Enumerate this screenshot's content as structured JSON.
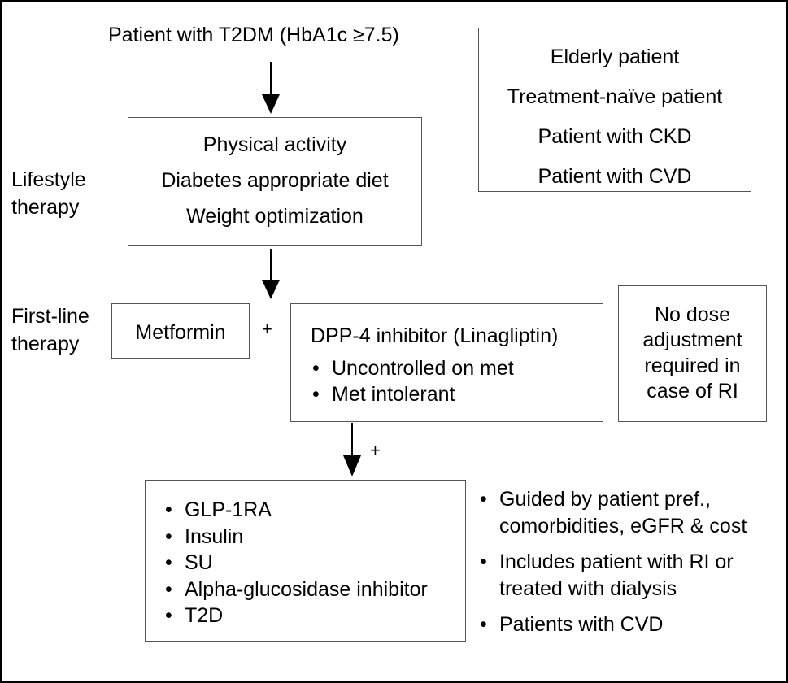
{
  "top_label": "Patient with T2DM (HbA1c ≥7.5)",
  "lifestyle": {
    "side_label": [
      "Lifestyle",
      "therapy"
    ],
    "items": [
      "Physical activity",
      "Diabetes appropriate diet",
      "Weight optimization"
    ]
  },
  "patient_types": [
    "Elderly patient",
    "Treatment-naïve patient",
    "Patient with CKD",
    "Patient with CVD"
  ],
  "first_line": {
    "side_label": [
      "First-line",
      "therapy"
    ],
    "metformin": "Metformin",
    "plus": "+",
    "dpp4_title": "DPP-4 inhibitor (Linagliptin)",
    "dpp4_bullets": [
      "Uncontrolled on met",
      "Met intolerant"
    ],
    "no_dose": [
      "No dose",
      "adjustment",
      "required in",
      "case of RI"
    ]
  },
  "add_on": {
    "plus": "+",
    "drugs": [
      "GLP-1RA",
      "Insulin",
      "SU",
      "Alpha-glucosidase inhibitor",
      "T2D"
    ],
    "notes": [
      [
        "Guided by patient pref.,",
        "comorbidities, eGFR & cost"
      ],
      [
        "Includes patient with RI or",
        "treated with dialysis"
      ],
      [
        "Patients with CVD"
      ]
    ]
  }
}
